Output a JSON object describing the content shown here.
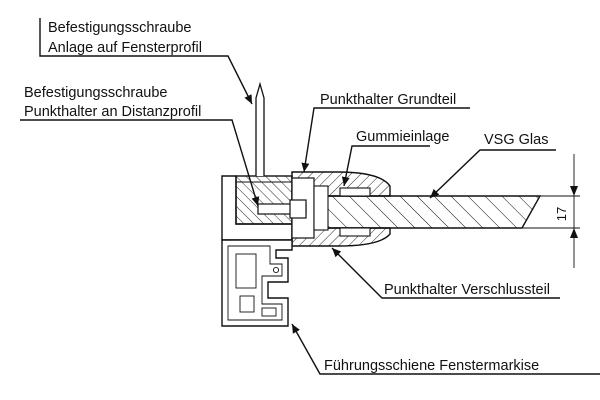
{
  "labels": {
    "befestigung_fenster_l1": "Befestigungsschraube",
    "befestigung_fenster_l2": "Anlage auf Fensterprofil",
    "befestigung_distanz_l1": "Befestigungsschraube",
    "befestigung_distanz_l2": "Punkthalter an Distanzprofil",
    "punkthalter_grundteil": "Punkthalter Grundteil",
    "gummieinlage": "Gummieinlage",
    "vsg_glas": "VSG Glas",
    "punkthalter_verschlussteil": "Punkthalter Verschlussteil",
    "fuehrungsschiene": "Führungsschiene Fenstermarkise"
  },
  "dimension": {
    "glass_thickness": "17"
  }
}
